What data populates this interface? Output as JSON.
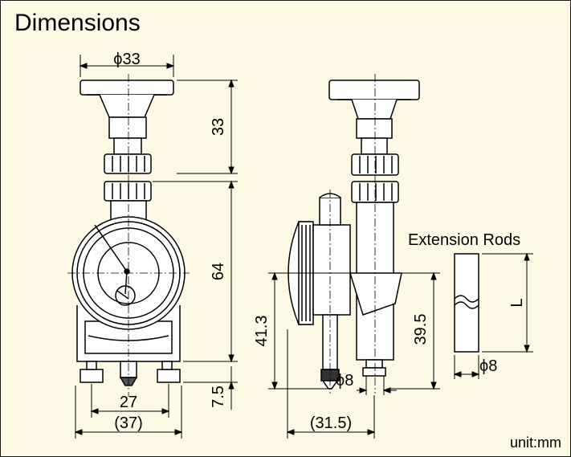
{
  "title": "Dimensions",
  "unit_note": "unit:mm",
  "front_view": {
    "knob_diameter": "ϕ33",
    "knob_height": "33",
    "body_height": "64",
    "foot_height": "7.5",
    "foot_spacing": "27",
    "overall_width": "(37)"
  },
  "side_view": {
    "contact_height": "41.3",
    "spindle_diameter": "ϕ8",
    "base_height": "39.5",
    "overall_depth": "(31.5)"
  },
  "extension_rods": {
    "title": "Extension Rods",
    "length": "L",
    "diameter": "ϕ8"
  },
  "colors": {
    "background": "#fef9e5",
    "line": "#000000"
  }
}
